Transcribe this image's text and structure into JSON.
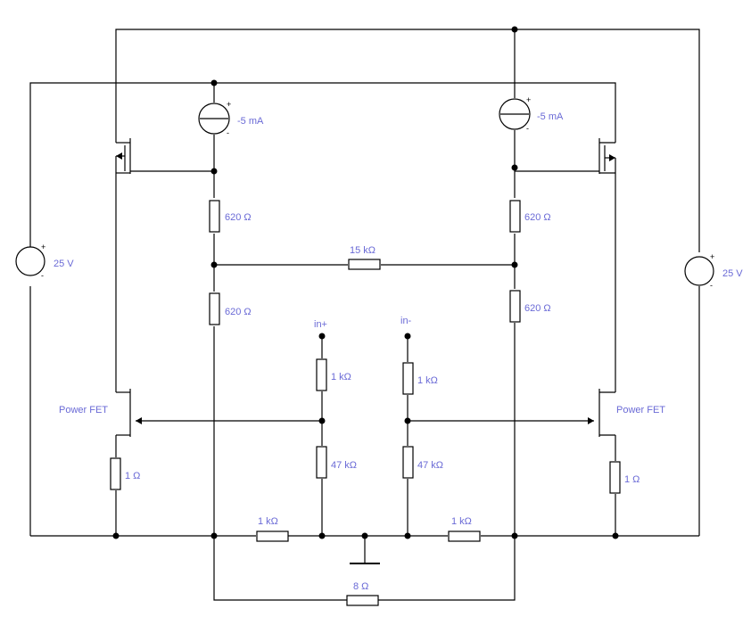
{
  "labels": {
    "r620_top_left": "620 Ω",
    "r620_bot_left": "620 Ω",
    "r620_top_right": "620 Ω",
    "r620_bot_right": "620 Ω",
    "r15k": "15 kΩ",
    "isrc_left": "-5 mA",
    "isrc_right": "-5 mA",
    "vsrc_left": "25 V",
    "vsrc_right": "25 V",
    "in_plus": "in+",
    "in_minus": "in-",
    "r1k_inplus": "1 kΩ",
    "r1k_inminus": "1 kΩ",
    "r47k_left": "47 kΩ",
    "r47k_right": "47 kΩ",
    "fet_left": "Power FET",
    "fet_right": "Power FET",
    "r1_left": "1 Ω",
    "r1_right": "1 Ω",
    "r1k_bottom_left": "1 kΩ",
    "r1k_bottom_right": "1 kΩ",
    "r8_load": "8 Ω",
    "plus": "+",
    "minus": "-"
  }
}
